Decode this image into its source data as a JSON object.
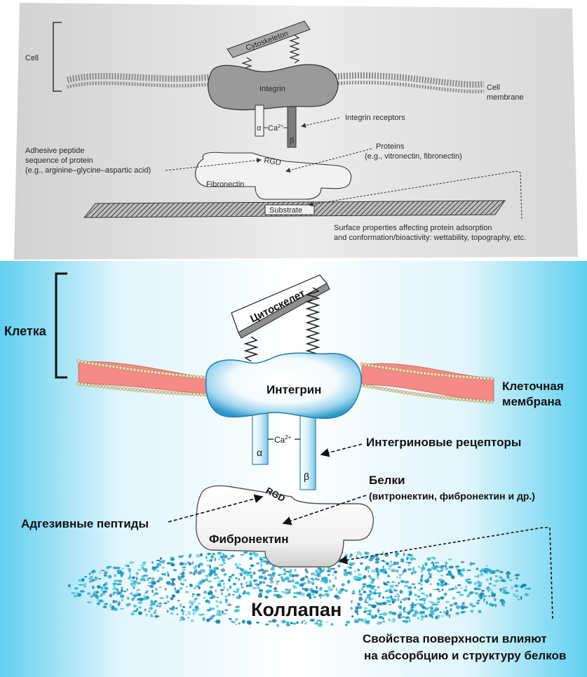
{
  "top_panel": {
    "cell_label": "Cell",
    "cytoskeleton_label": "Cytoskeleton",
    "integrin_label": "Integrin",
    "membrane_label_line1": "Cell",
    "membrane_label_line2": "membrane",
    "alpha_label": "α",
    "beta_label": "β",
    "calcium_label": "Ca",
    "calcium_sup": "2+",
    "receptors_label": "Integrin receptors",
    "proteins_label": "Proteins",
    "proteins_examples": "(e.g., vitronectin, fibronectin)",
    "peptide_line1": "Adhesive peptide",
    "peptide_line2": "sequence of protein",
    "peptide_line3": "(e.g., arginine–glycine–aspartic acid)",
    "rgd_label": "RGD",
    "fibronectin_label": "Fibronectin",
    "substrate_label": "Substrate",
    "surface_line1": "Surface properties affecting protein adsorption",
    "surface_line2": "and conformation/bioactivity: wettability, topography, etc."
  },
  "bottom_panel": {
    "cell_label": "Клетка",
    "cytoskeleton_label": "Цитоскелет",
    "integrin_label": "Интегрин",
    "membrane_label_line1": "Клеточная",
    "membrane_label_line2": "мембрана",
    "alpha_label": "α",
    "beta_label": "β",
    "calcium_label": "Ca",
    "calcium_sup": "2+",
    "receptors_label": "Интегриновые рецепторы",
    "proteins_label": "Белки",
    "proteins_examples": "(витронектин, фибронектин и др.)",
    "peptide_label": "Адгезивные пептиды",
    "rgd_label": "RGD",
    "fibronectin_label": "Фибронектин",
    "substrate_label": "Коллапан",
    "surface_line1": "Свойства поверхности влияют",
    "surface_line2": "на абсорбцию и структуру белков"
  },
  "colors": {
    "top_background": "#e6e6e6",
    "bottom_background_edge": "#5fd0f0",
    "membrane_fill": "#f58a86",
    "membrane_bead": "#e8dcb0",
    "integrin_fill": "#2f9fd0",
    "granule_colors": [
      "#13a6c9",
      "#0b86b0",
      "#1fc2d8",
      "#2f7ea6"
    ]
  }
}
